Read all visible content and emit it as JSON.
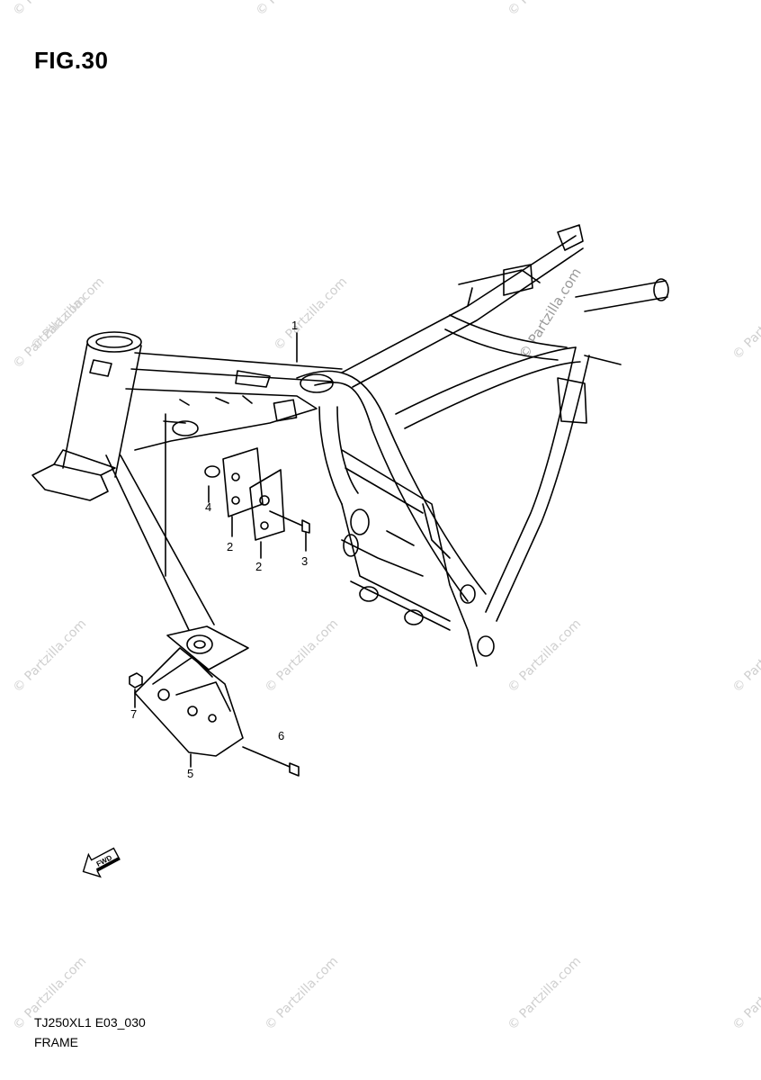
{
  "figure": {
    "title": "FIG.30",
    "model_code": "TJ250XL1 E03_030",
    "section_name": "FRAME"
  },
  "callouts": [
    {
      "id": "1",
      "label": "1"
    },
    {
      "id": "2a",
      "label": "2"
    },
    {
      "id": "2b",
      "label": "2"
    },
    {
      "id": "3",
      "label": "3"
    },
    {
      "id": "4",
      "label": "4"
    },
    {
      "id": "5",
      "label": "5"
    },
    {
      "id": "6",
      "label": "6"
    },
    {
      "id": "7",
      "label": "7"
    }
  ],
  "direction_arrow": {
    "label": "FWD",
    "icon": "forward-arrow-icon"
  },
  "watermark": {
    "text": "© Partzilla.com",
    "color": "#cfcfcf"
  }
}
